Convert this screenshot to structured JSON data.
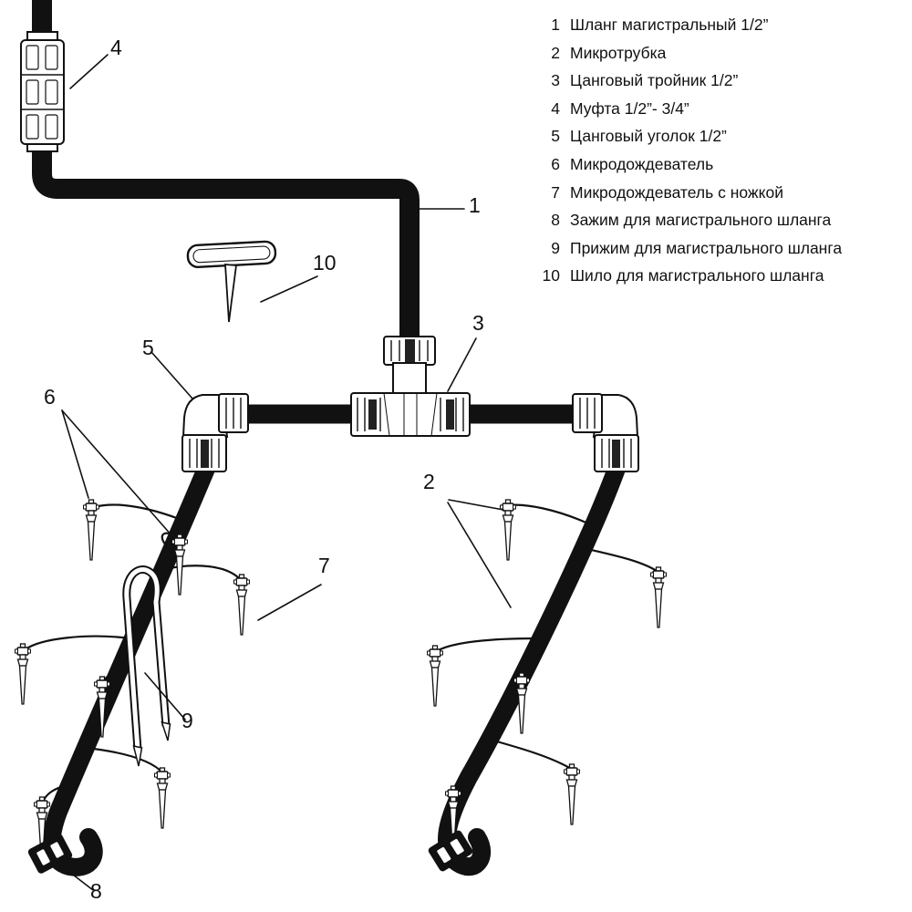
{
  "legend": {
    "items": [
      {
        "num": "1",
        "label": "Шланг магистральный 1/2”"
      },
      {
        "num": "2",
        "label": "Микротрубка"
      },
      {
        "num": "3",
        "label": "Цанговый тройник 1/2”"
      },
      {
        "num": "4",
        "label": "Муфта 1/2”- 3/4”"
      },
      {
        "num": "5",
        "label": "Цанговый уголок 1/2”"
      },
      {
        "num": "6",
        "label": "Микродождеватель"
      },
      {
        "num": "7",
        "label": "Микродождеватель с ножкой"
      },
      {
        "num": "8",
        "label": "Зажим для магистрального шланга"
      },
      {
        "num": "9",
        "label": "Прижим для магистрального шланга"
      },
      {
        "num": "10",
        "label": "Шило для магистрального шланга"
      }
    ]
  },
  "callouts": [
    {
      "num": "1"
    },
    {
      "num": "2"
    },
    {
      "num": "3"
    },
    {
      "num": "4"
    },
    {
      "num": "5"
    },
    {
      "num": "6"
    },
    {
      "num": "7"
    },
    {
      "num": "8"
    },
    {
      "num": "9"
    },
    {
      "num": "10"
    }
  ],
  "colors": {
    "ink": "#111111",
    "background": "#ffffff"
  }
}
